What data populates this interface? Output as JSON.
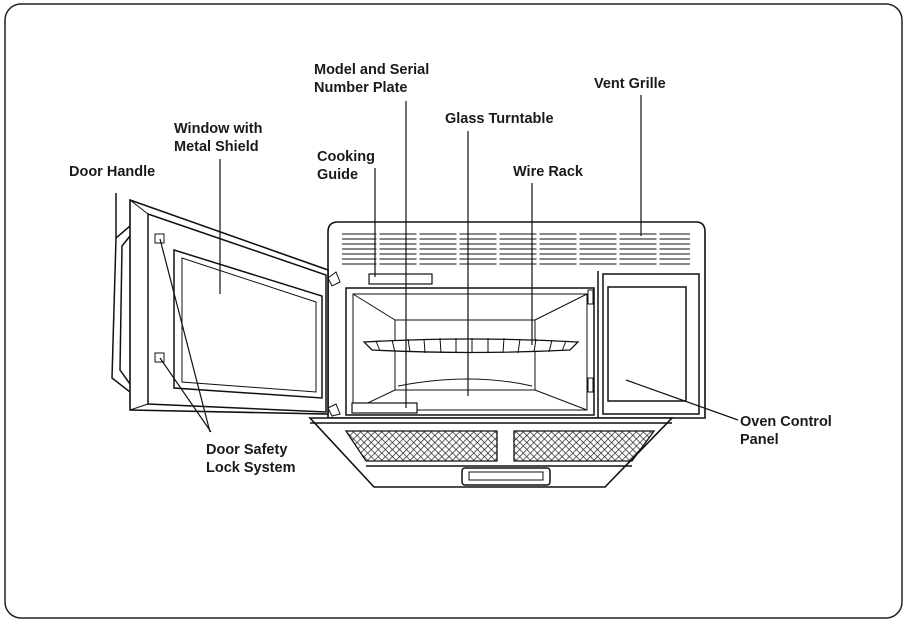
{
  "labels": {
    "model_serial_line1": "Model and Serial",
    "model_serial_line2": "Number Plate",
    "vent_grille": "Vent Grille",
    "window_line1": "Window with",
    "window_line2": "Metal Shield",
    "glass_turntable": "Glass Turntable",
    "cooking_guide_line1": "Cooking",
    "cooking_guide_line2": "Guide",
    "door_handle": "Door Handle",
    "wire_rack": "Wire Rack",
    "oven_control_line1": "Oven Control",
    "oven_control_line2": "Panel",
    "door_safety_line1": "Door Safety",
    "door_safety_line2": "Lock System"
  }
}
